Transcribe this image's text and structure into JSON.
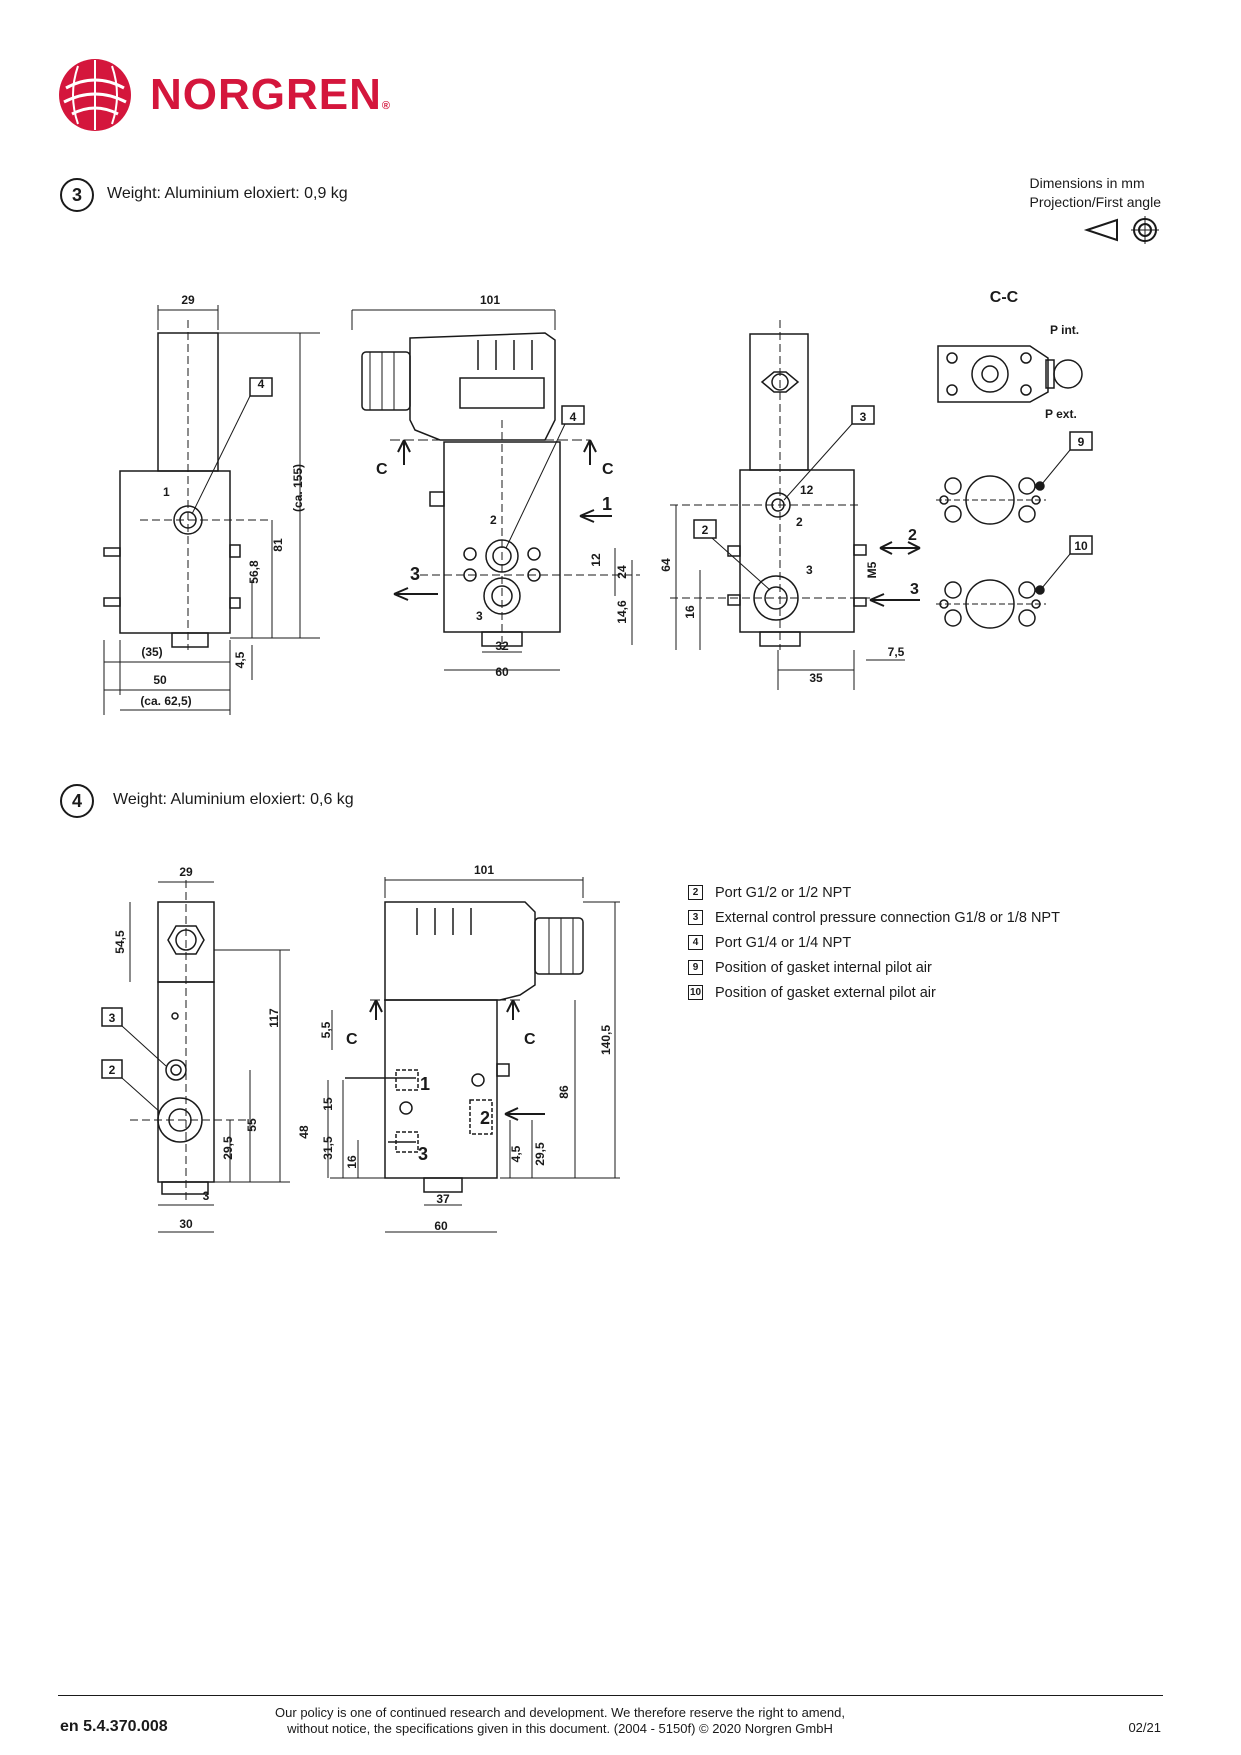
{
  "brand": {
    "name": "NORGREN",
    "reg": "®"
  },
  "dimensions_note": {
    "line1": "Dimensions in mm",
    "line2": "Projection/First angle"
  },
  "section3": {
    "number": "3",
    "weight": "Weight: Aluminium eloxiert: 0,9 kg",
    "labels": {
      "w29": "29",
      "w101": "101",
      "cc": "C-C",
      "pint": "P int.",
      "pext": "P ext.",
      "ca155": "(ca. 155)",
      "d81": "81",
      "d568": "56,8",
      "d45": "4,5",
      "d35p": "(35)",
      "d50": "50",
      "ca625": "(ca. 62,5)",
      "d12": "12",
      "d24": "24",
      "d146": "14,6",
      "d32": "32",
      "d60": "60",
      "d64": "64",
      "d16": "16",
      "m5": "M5",
      "d75": "7,5",
      "d35": "35",
      "p12": "12",
      "c": "C",
      "p1": "1",
      "p2": "2",
      "p3": "3",
      "box4": "4",
      "box3": "3",
      "box2": "2",
      "box9": "9",
      "box10": "10"
    }
  },
  "section4": {
    "number": "4",
    "weight": "Weight: Aluminium eloxiert: 0,6 kg",
    "labels": {
      "w29": "29",
      "w101": "101",
      "d545": "54,5",
      "d117": "117",
      "d55": "55",
      "d295": "29,5",
      "d3": "3",
      "d30": "30",
      "d1405": "140,5",
      "d86": "86",
      "d55b": "5,5",
      "d48": "48",
      "d15": "15",
      "d315": "31,5",
      "d16": "16",
      "d45": "4,5",
      "d295b": "29,5",
      "d37": "37",
      "d60": "60",
      "c": "C",
      "p1": "1",
      "p2": "2",
      "p3": "3",
      "box3": "3",
      "box2": "2"
    }
  },
  "legend": [
    {
      "num": "2",
      "text": "Port G1/2 or 1/2 NPT"
    },
    {
      "num": "3",
      "text": "External control pressure connection G1/8 or 1/8 NPT"
    },
    {
      "num": "4",
      "text": "Port G1/4 or 1/4 NPT"
    },
    {
      "num": "9",
      "text": "Position of gasket internal pilot air"
    },
    {
      "num": "10",
      "text": "Position of gasket external pilot air"
    }
  ],
  "footer": {
    "code": "en 5.4.370.008",
    "policy1": "Our policy is one of continued research and development. We therefore reserve the right to amend,",
    "policy2": "without notice, the specifications given in this document. (2004 - 5150f) © 2020 Norgren GmbH",
    "date": "02/21"
  },
  "colors": {
    "brand": "#d4163c",
    "ink": "#1a1a1a"
  }
}
